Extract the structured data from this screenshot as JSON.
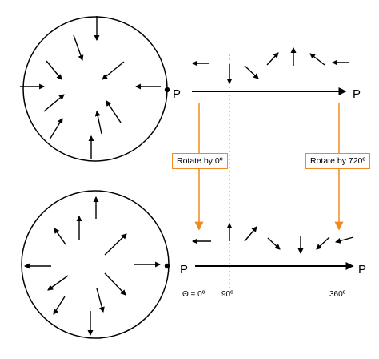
{
  "labels": {
    "p_top_left": "P",
    "p_top_right": "P",
    "p_bottom_left": "P",
    "p_bottom_right": "P",
    "rotate_left": "Rotate by 0º",
    "rotate_right": "Rotate by 720º",
    "theta_zero": "Θ = 0º",
    "tick_90": "90º",
    "tick_360": "360º"
  },
  "colors": {
    "ink": "#000000",
    "accent": "#f08a1c",
    "background": "#ffffff"
  }
}
